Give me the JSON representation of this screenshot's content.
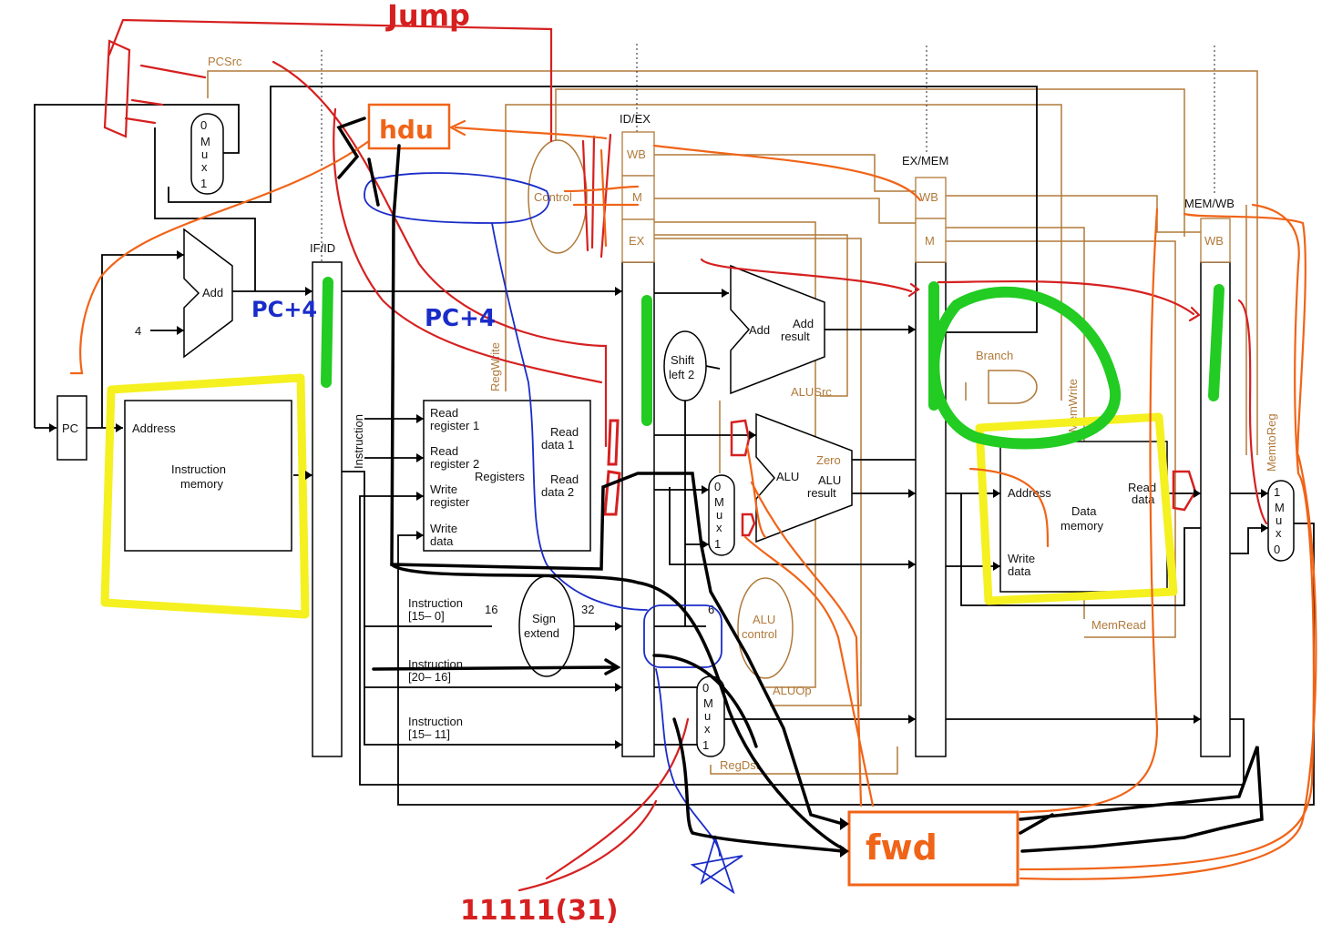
{
  "annotations": {
    "jump": "Jump",
    "hdu": "hdu",
    "pc4_a": "PC+4",
    "pc4_b": "PC+4",
    "fwd": "fwd",
    "reg31": "11111(31)"
  },
  "signals": {
    "pcsrc": "PCSrc",
    "regwrite": "RegWrite",
    "alusrc": "ALUSrc",
    "memwrite": "MemWrite",
    "memtoreg": "MemtoReg",
    "memread": "MemRead",
    "aluop": "ALUOp",
    "regdst": "RegDst",
    "branch": "Branch"
  },
  "pipeline_registers": {
    "ifid": "IF/ID",
    "idex": "ID/EX",
    "exmem": "EX/MEM",
    "memwb": "MEM/WB",
    "wb": "WB",
    "m": "M",
    "ex": "EX"
  },
  "blocks": {
    "pc": "PC",
    "add": "Add",
    "four": "4",
    "control": "Control",
    "instr_address": "Address",
    "instr_mem_1": "Instruction",
    "instr_mem_2": "memory",
    "instruction": "Instruction",
    "read_reg1_a": "Read",
    "read_reg1_b": "register 1",
    "read_reg2_a": "Read",
    "read_reg2_b": "register 2",
    "write_reg_a": "Write",
    "write_reg_b": "register",
    "write_data_a": "Write",
    "write_data_b": "data",
    "registers": "Registers",
    "read_data1_a": "Read",
    "read_data1_b": "data 1",
    "read_data2_a": "Read",
    "read_data2_b": "data 2",
    "instr_15_0_a": "Instruction",
    "instr_15_0_b": "[15– 0]",
    "instr_20_16_a": "Instruction",
    "instr_20_16_b": "[20– 16]",
    "instr_15_11_a": "Instruction",
    "instr_15_11_b": "[15– 11]",
    "sixteen": "16",
    "thirtytwo": "32",
    "six": "6",
    "sign_1": "Sign",
    "sign_2": "extend",
    "shift_1": "Shift",
    "shift_2": "left 2",
    "add2": "Add",
    "add_result_1": "Add",
    "add_result_2": "result",
    "alu": "ALU",
    "zero": "Zero",
    "alu_result_1": "ALU",
    "alu_result_2": "result",
    "alu_control_1": "ALU",
    "alu_control_2": "control",
    "dm_address": "Address",
    "dm_read_1": "Read",
    "dm_read_2": "data",
    "dm_1": "Data",
    "dm_2": "memory",
    "dm_write_1": "Write",
    "dm_write_2": "data",
    "mux_zero": "0",
    "mux_one": "1",
    "mux_m": "M",
    "mux_u": "u",
    "mux_x": "x"
  },
  "colors": {
    "wire": "#000000",
    "control": "#b07a3a",
    "red": "#d62020",
    "orange": "#f06418",
    "blue": "#1a2cc8",
    "green": "#22cc22",
    "yellow": "#f5f020"
  }
}
